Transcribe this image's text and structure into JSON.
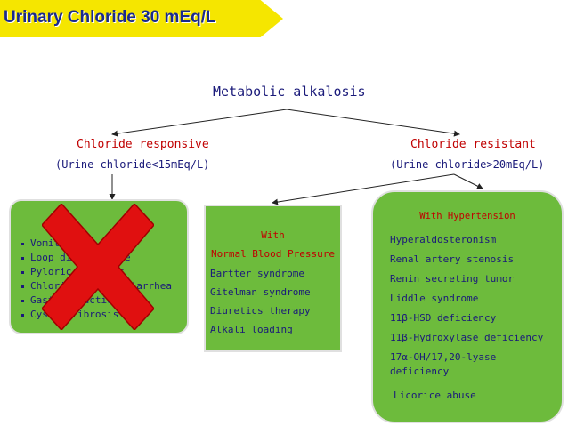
{
  "title": "Urinary Chloride 30 mEq/L",
  "root": "Metabolic alkalosis",
  "branches": {
    "responsive": {
      "title": "Chloride responsive",
      "subtitle": "(Urine chloride<15mEq/L)"
    },
    "resistant": {
      "title": "Chloride resistant",
      "subtitle": "(Urine chloride>20mEq/L)"
    }
  },
  "responsive_box": {
    "items": [
      "Vomiting",
      "Loop diuretic use",
      "Pyloric stenosis",
      "Chloride losing diarrhea",
      "Gastric suction",
      "Cystic fibrosis"
    ],
    "overlay_icon": "red-x-icon"
  },
  "normotensive_box": {
    "heading_line1": "With",
    "heading_line2": "Normal Blood Pressure",
    "items": [
      "Bartter syndrome",
      "Gitelman syndrome",
      "Diuretics therapy",
      "Alkali loading"
    ]
  },
  "hypertensive_box": {
    "heading": "With Hypertension",
    "items": [
      "Hyperaldosteronism",
      "Renal artery stenosis",
      "Renin secreting tumor",
      "Liddle syndrome",
      "11β-HSD deficiency",
      "11β-Hydroxylase deficiency",
      "17α-OH/17,20-lyase deficiency",
      "Licorice abuse"
    ]
  },
  "colors": {
    "title_bg": "#f5e600",
    "box_fill": "#6dbb3c",
    "red_text": "#c00000",
    "navy_text": "#1a1a7a",
    "cross": "#e01010"
  }
}
